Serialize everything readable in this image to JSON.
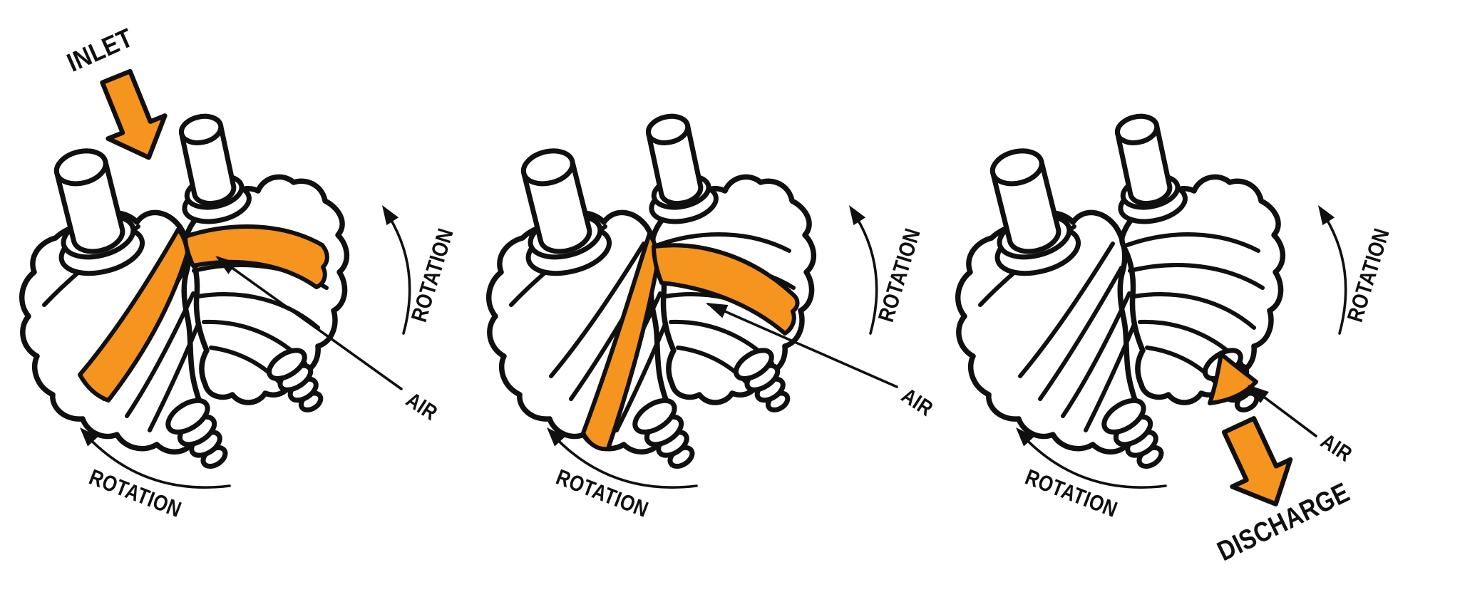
{
  "colors": {
    "accent_orange": "#F5941F",
    "line_ink": "#101010",
    "background": "#FFFFFF"
  },
  "panels": [
    {
      "id": "stage-intake",
      "labels": {
        "inlet": "INLET",
        "air": "AIR",
        "rotation_upper": "ROTATION",
        "rotation_lower": "ROTATION"
      }
    },
    {
      "id": "stage-compression",
      "labels": {
        "air": "AIR",
        "rotation_upper": "ROTATION",
        "rotation_lower": "ROTATION"
      }
    },
    {
      "id": "stage-discharge",
      "labels": {
        "air": "AIR",
        "rotation_upper": "ROTATION",
        "rotation_lower": "ROTATION",
        "discharge": "DISCHARGE"
      }
    }
  ]
}
